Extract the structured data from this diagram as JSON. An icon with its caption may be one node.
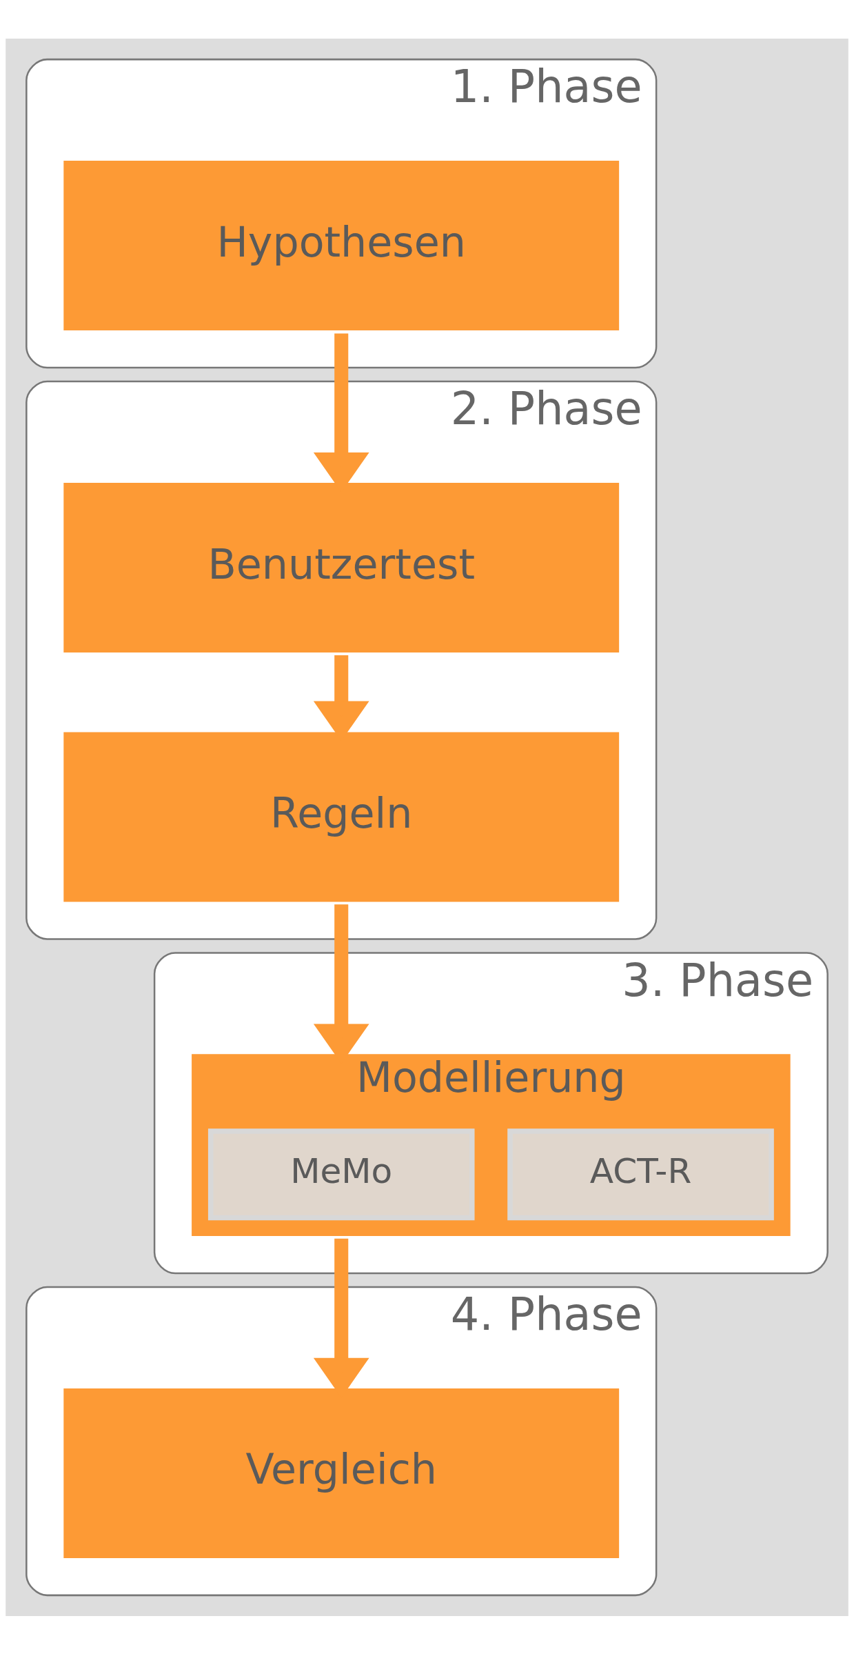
{
  "diagram": {
    "nodes": [
      {
        "text": [
          "1. Phase"
        ]
      },
      {
        "text": [
          "Hypothesen"
        ],
        "in": 0
      },
      {
        "text": [
          "2. Phase"
        ]
      },
      {
        "text": [
          "Benutzertest"
        ],
        "in": 2
      },
      {
        "text": [
          "Regeln"
        ],
        "in": 2
      },
      {
        "text": [
          "3. Phase"
        ]
      },
      {
        "text": [
          "Modellierung"
        ],
        "in": 5
      },
      {
        "text": [
          "MeMo"
        ],
        "in": 6
      },
      {
        "text": [
          "ACT-R"
        ],
        "in": 6
      },
      {
        "text": [
          "4. Phase"
        ]
      },
      {
        "text": [
          "Vergleich"
        ],
        "in": 9
      }
    ],
    "edges": [
      {
        "from": 1,
        "to": 3,
        "arrow": "to"
      },
      {
        "from": 3,
        "to": 4,
        "arrow": "to"
      },
      {
        "from": 4,
        "to": 6,
        "arrow": "to"
      },
      {
        "from": 6,
        "to": 10,
        "arrow": "to"
      }
    ]
  }
}
